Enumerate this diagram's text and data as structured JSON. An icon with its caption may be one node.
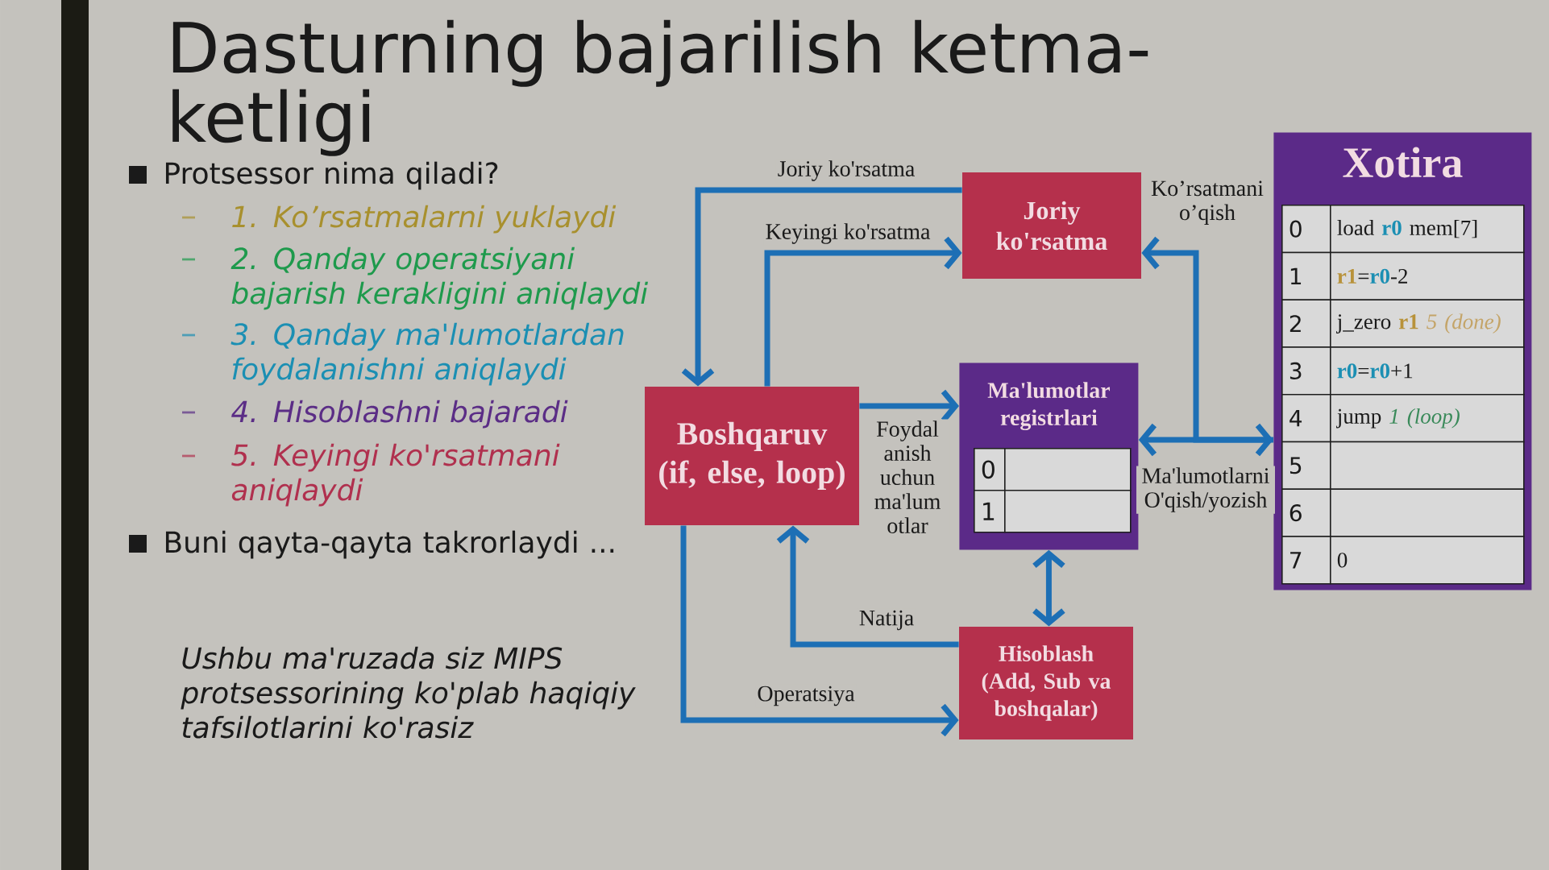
{
  "diagram": {
    "title": "Dasturning bajarilish ketma-ketligi",
    "nodes": [
      {
        "text": [
          "Joriy ko'rsatma"
        ]
      },
      {
        "text": [
          "Boshqaruv (if, else, loop)"
        ]
      },
      {
        "text": [
          "Ma'lumotlar registrlari"
        ]
      },
      {
        "text": [
          "0"
        ],
        "in": 2
      },
      {
        "text": [],
        "shape": "box",
        "in": 2
      },
      {
        "text": [
          "1"
        ],
        "in": 2
      },
      {
        "text": [],
        "shape": "box",
        "in": 2
      },
      {
        "text": [
          "Hisoblash (Add, Sub va boshqalar)"
        ]
      },
      {
        "text": [
          "Xotira"
        ]
      },
      {
        "text": [
          "0"
        ],
        "in": 8
      },
      {
        "text": [
          "load **r0** mem[7]"
        ],
        "in": 8
      },
      {
        "text": [
          "1"
        ],
        "in": 8
      },
      {
        "text": [
          "**r1**=**r0**-2"
        ],
        "in": 8
      },
      {
        "text": [
          "2"
        ],
        "in": 8
      },
      {
        "text": [
          "j_zero **r1** *5 (done)*"
        ],
        "in": 8
      },
      {
        "text": [
          "3"
        ],
        "in": 8
      },
      {
        "text": [
          "**r0**=**r0**+1"
        ],
        "in": 8
      },
      {
        "text": [
          "4"
        ],
        "in": 8
      },
      {
        "text": [
          "jump *1 (loop)*"
        ],
        "in": 8
      },
      {
        "text": [
          "5"
        ],
        "in": 8
      },
      {
        "text": [],
        "shape": "box",
        "in": 8
      },
      {
        "text": [
          "6"
        ],
        "in": 8
      },
      {
        "text": [],
        "shape": "box",
        "in": 8
      },
      {
        "text": [
          "7"
        ],
        "in": 8
      },
      {
        "text": [
          "0"
        ],
        "in": 8
      }
    ],
    "edges": [
      {
        "from": 0,
        "to": 1,
        "arrow": "to",
        "label": "Joriy ko'rsatma"
      },
      {
        "from": 1,
        "to": 0,
        "arrow": "to",
        "label": "Keyingi ko'rsatma"
      },
      {
        "from": 1,
        "to": 2,
        "arrow": "to",
        "label": "Foydal anish uchun ma'lum otlar"
      },
      {
        "from": 2,
        "to": 8,
        "arrow": "both",
        "label": "Ma'lumotlarni O'qish/yozish"
      },
      {
        "from": 8,
        "to": 0,
        "arrow": "to",
        "label": "Ko’rsatmani o’qish"
      },
      {
        "from": 2,
        "to": 7,
        "arrow": "both"
      },
      {
        "from": 7,
        "to": 1,
        "arrow": "to",
        "label": "Natija"
      },
      {
        "from": 1,
        "to": 7,
        "arrow": "to",
        "label": "Operatsiya"
      }
    ],
    "labels": [
      "Protsessor nima qiladi?",
      "1. Ko’rsatmalarni yuklaydi",
      "2. Qanday operatsiyani bajarish kerakligini aniqlaydi",
      "3. Qanday ma'lumotlardan foydalanishni aniqlaydi",
      "4. Hisoblashni bajaradi",
      "5. Keyingi ko'rsatmani aniqlaydi",
      "Buni qayta-qayta takrorlaydi ...",
      "Ushbu ma'ruzada siz MIPS protsessorining ko'plab haqiqiy tafsilotlarini ko'rasiz"
    ]
  }
}
